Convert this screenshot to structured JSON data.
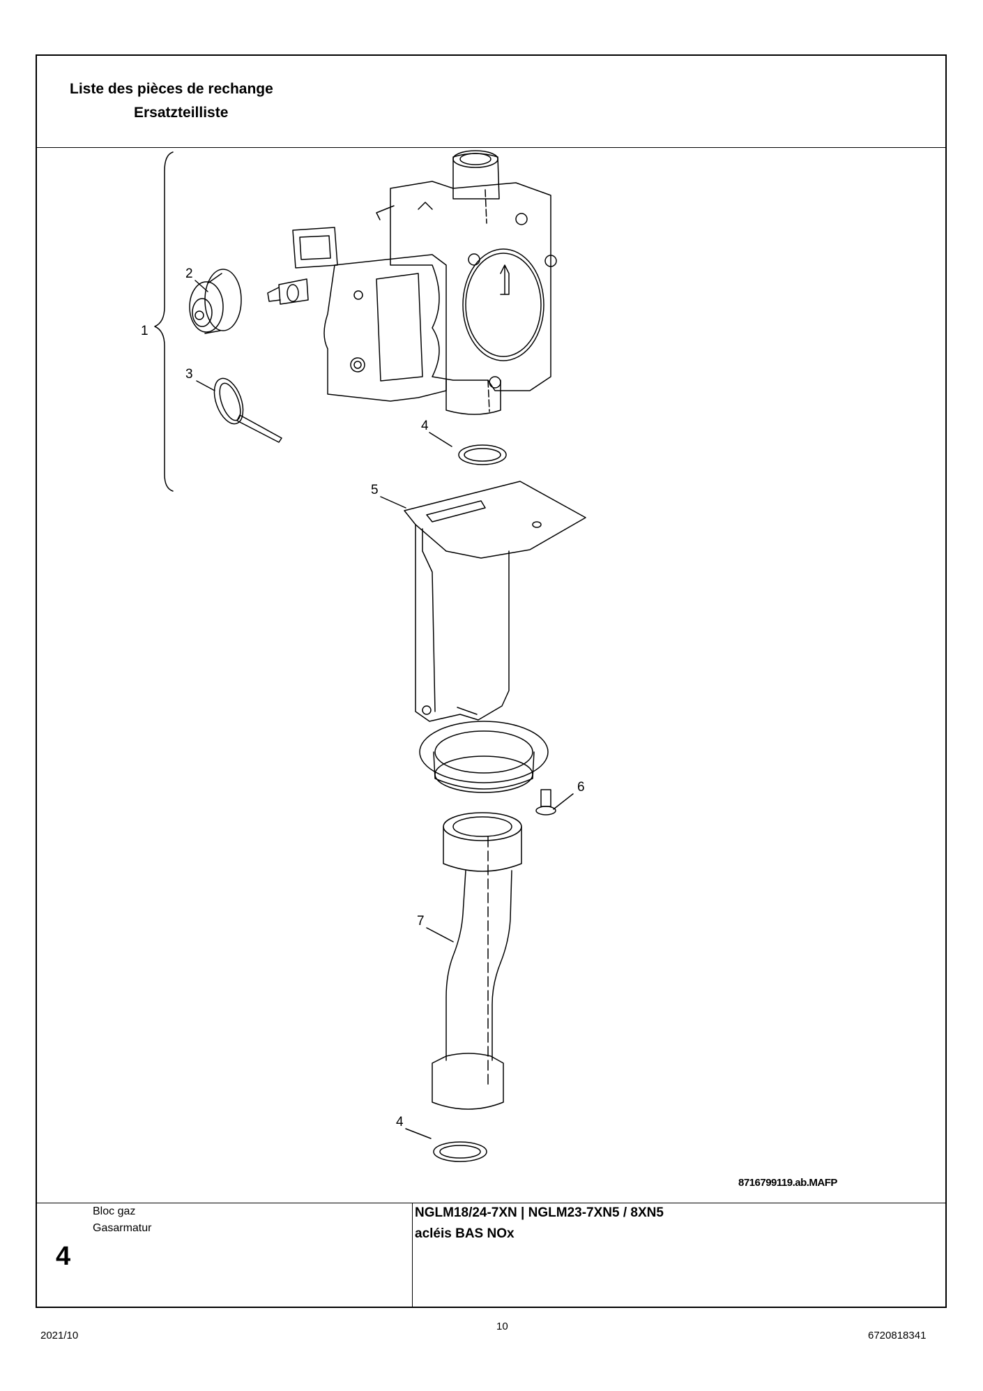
{
  "header": {
    "title_fr": "Liste des pièces de rechange",
    "title_de": "Ersatzteilliste"
  },
  "drawing": {
    "callouts": [
      "1",
      "2",
      "3",
      "4",
      "5",
      "6",
      "7",
      "4"
    ],
    "reference": "8716799119.ab.MAFP"
  },
  "footer": {
    "description_fr": "Bloc gaz",
    "description_de": "Gasarmatur",
    "section_number": "4",
    "models": "NGLM18/24-7XN | NGLM23-7XN5 / 8XN5",
    "variant": "acléis BAS NOx"
  },
  "page": {
    "date": "2021/10",
    "number": "10",
    "doc_number": "6720818341"
  }
}
